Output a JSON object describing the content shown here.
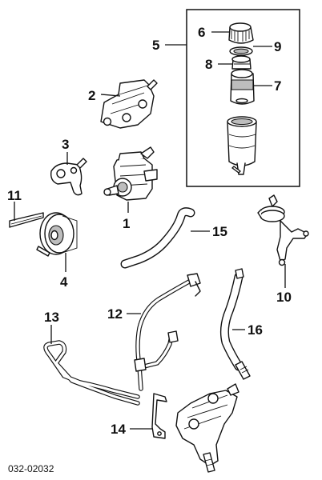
{
  "diagram": {
    "callouts": {
      "c1": "1",
      "c2": "2",
      "c3": "3",
      "c4": "4",
      "c5": "5",
      "c6": "6",
      "c7": "7",
      "c8": "8",
      "c9": "9",
      "c10": "10",
      "c11": "11",
      "c12": "12",
      "c13": "13",
      "c14": "14",
      "c15": "15",
      "c16": "16"
    },
    "diagram_id": "032-02032"
  }
}
